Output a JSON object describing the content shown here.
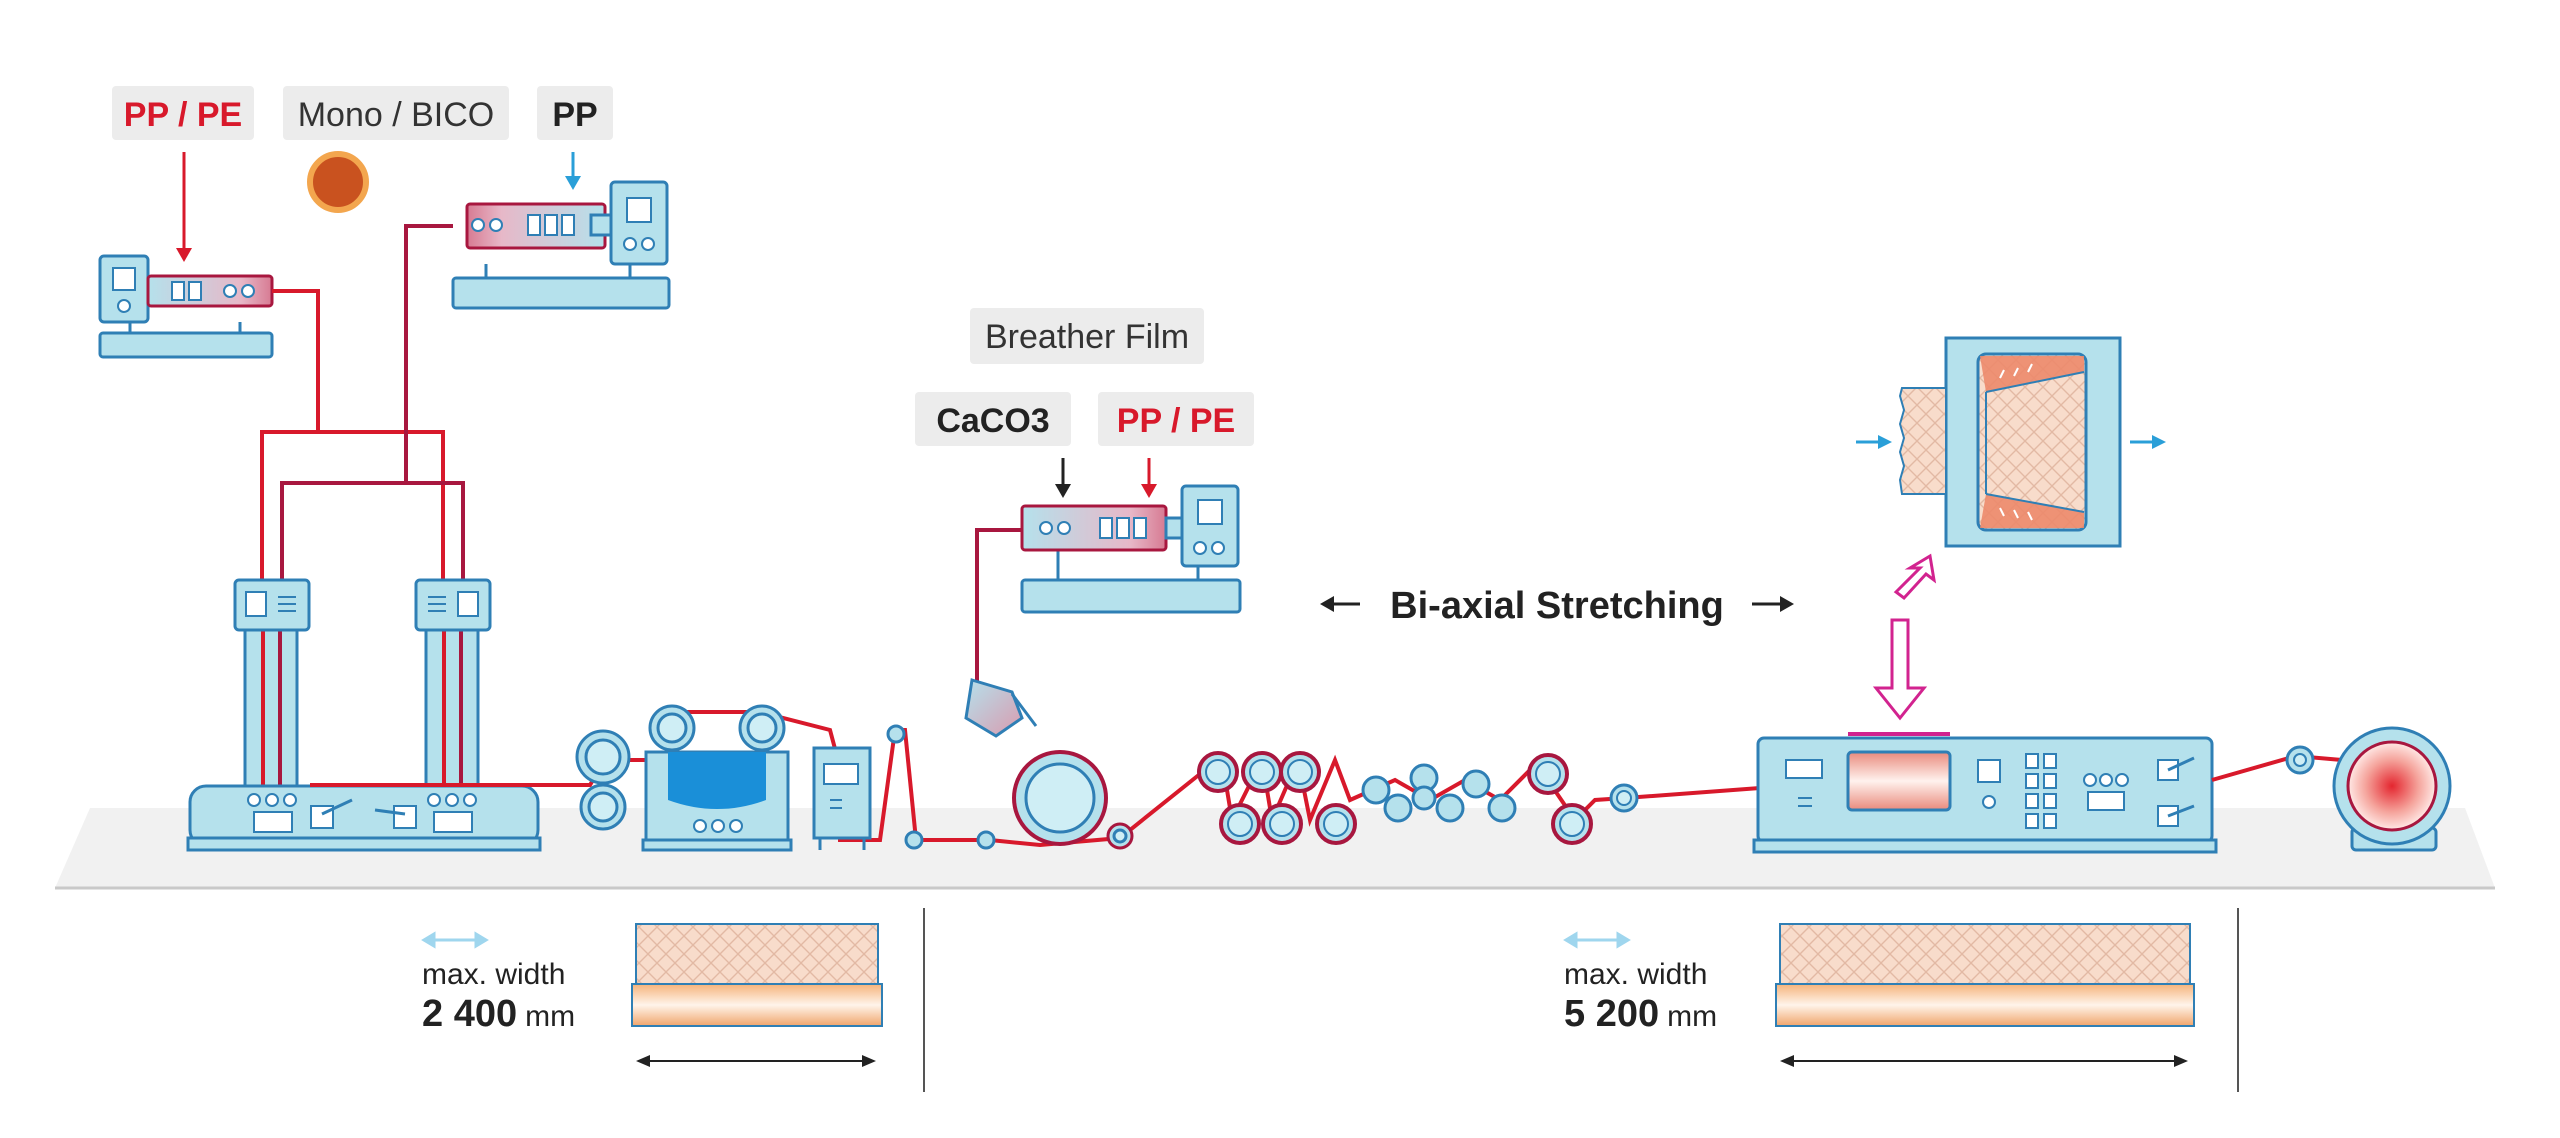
{
  "colors": {
    "red": "#d8192b",
    "burgundy": "#a8173f",
    "machine_fill": "#b5e1ec",
    "machine_stroke": "#2f7fb5",
    "label_bg": "#ececec",
    "text_dark": "#222222",
    "arrow_blue": "#2a9fd8",
    "magenta": "#d2238f",
    "floor": "#f1f1f1"
  },
  "labels": {
    "pp_pe_left": "PP / PE",
    "mono_bico": "Mono / BICO",
    "pp": "PP",
    "breather_film": "Breather Film",
    "caco3": "CaCO3",
    "pp_pe_mid": "PP / PE",
    "bi_axial": "Bi-axial Stretching"
  },
  "width_left": {
    "caption": "max. width",
    "value": "2 400",
    "unit": "mm"
  },
  "width_right": {
    "caption": "max. width",
    "value": "5 200",
    "unit": "mm"
  }
}
